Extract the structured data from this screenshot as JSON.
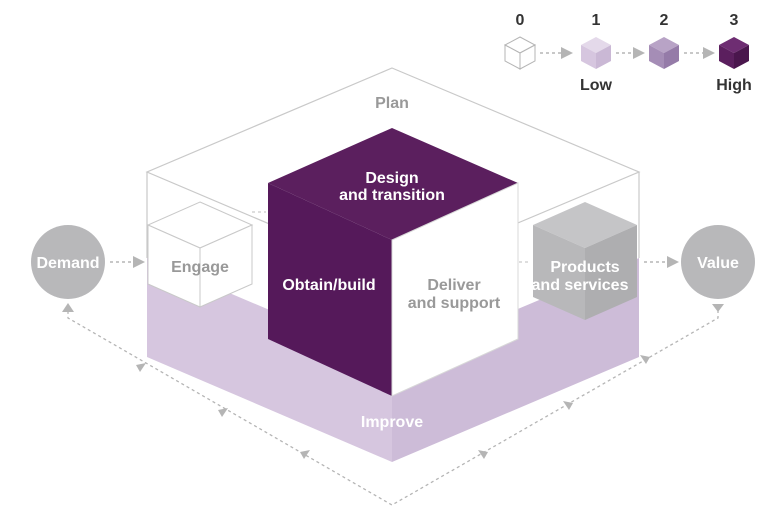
{
  "legend": {
    "levels": [
      {
        "number": "0",
        "label": "",
        "color": "#ffffff"
      },
      {
        "number": "1",
        "label": "Low",
        "color": "#d6c6df"
      },
      {
        "number": "2",
        "label": "",
        "color": "#a58db6"
      },
      {
        "number": "3",
        "label": "High",
        "color": "#5b1f5e"
      }
    ]
  },
  "labels": {
    "plan": "Plan",
    "design_line1": "Design",
    "design_line2": "and transition",
    "obtain": "Obtain/build",
    "deliver_line1": "Deliver",
    "deliver_line2": "and support",
    "engage": "Engage",
    "products_line1": "Products",
    "products_line2": "and services",
    "improve": "Improve",
    "demand": "Demand",
    "value": "Value"
  },
  "colors": {
    "dark_purple": "#5b1f5e",
    "light_purple": "#d6c6df",
    "mid_purple": "#a58db6",
    "gray": "#b8b8ba",
    "outline": "#c9c9c9",
    "text_gray": "#999999"
  }
}
